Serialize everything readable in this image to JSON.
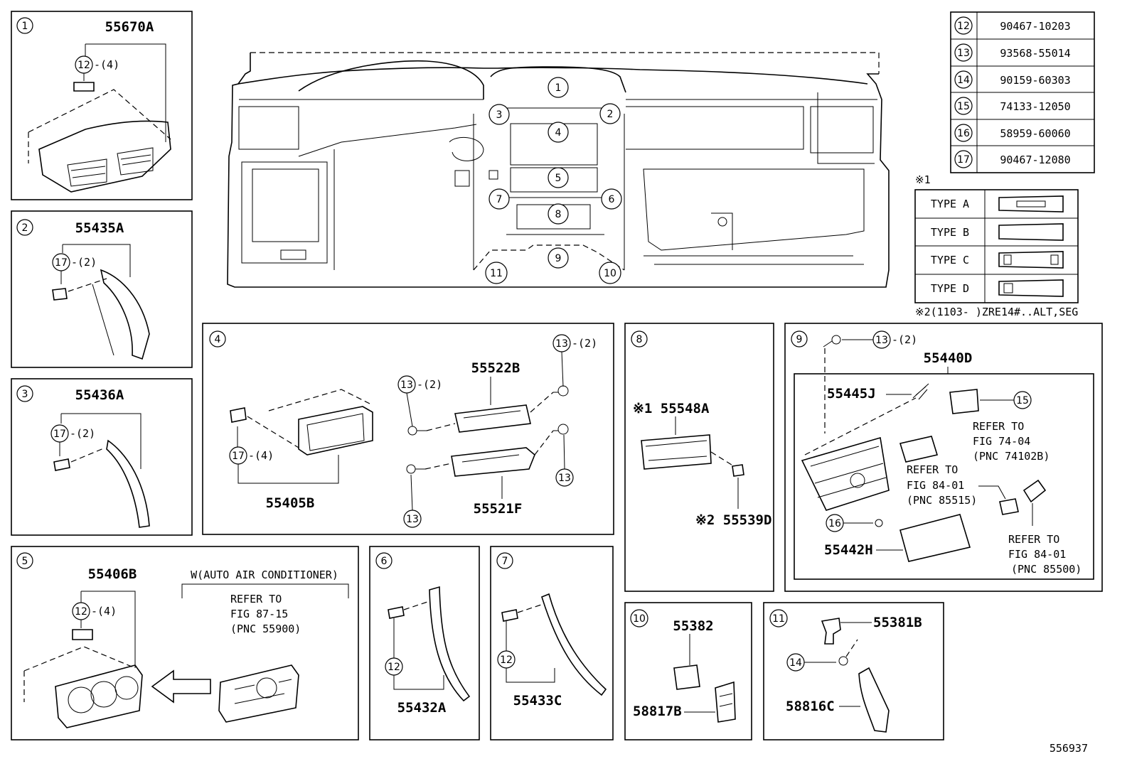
{
  "diagram_id": "556937",
  "part_table": [
    {
      "ref": "12",
      "part": "90467-10203"
    },
    {
      "ref": "13",
      "part": "93568-55014"
    },
    {
      "ref": "14",
      "part": "90159-60303"
    },
    {
      "ref": "15",
      "part": "74133-12050"
    },
    {
      "ref": "16",
      "part": "58959-60060"
    },
    {
      "ref": "17",
      "part": "90467-12080"
    }
  ],
  "type_table": {
    "header": "※1",
    "types": [
      "TYPE A",
      "TYPE B",
      "TYPE C",
      "TYPE D"
    ],
    "note": "※2(1103-    )ZRE14#..ALT,SEG"
  },
  "overview_callouts": [
    "1",
    "2",
    "3",
    "4",
    "5",
    "6",
    "7",
    "8",
    "9",
    "10",
    "11"
  ],
  "panels": {
    "p1": {
      "num": "1",
      "main": "55670A",
      "fastener": "12",
      "qty": "-(4)"
    },
    "p2": {
      "num": "2",
      "main": "55435A",
      "fastener": "17",
      "qty": "-(2)"
    },
    "p3": {
      "num": "3",
      "main": "55436A",
      "fastener": "17",
      "qty": "-(2)"
    },
    "p4": {
      "num": "4",
      "main1": "55405B",
      "main2": "55522B",
      "main3": "55521F",
      "fastener17": "17",
      "qty17": "-(4)",
      "fastener13": "13",
      "qty13": "-(2)"
    },
    "p5": {
      "num": "5",
      "main": "55406B",
      "fastener": "12",
      "qty": "-(4)",
      "variant": "W(AUTO AIR CONDITIONER)",
      "ref": [
        "REFER TO",
        "FIG 87-15",
        "(PNC 55900)"
      ]
    },
    "p6": {
      "num": "6",
      "main": "55432A",
      "fastener": "12"
    },
    "p7": {
      "num": "7",
      "main": "55433C",
      "fastener": "12"
    },
    "p8": {
      "num": "8",
      "main1": "※1 55548A",
      "main2": "※2 55539D"
    },
    "p9": {
      "num": "9",
      "main": "55440D",
      "p1": "55445J",
      "p2": "55442H",
      "fastener13": "13",
      "qty13": "-(2)",
      "fastener15": "15",
      "fastener16": "16",
      "ref1": [
        "REFER TO",
        "FIG 74-04",
        "(PNC 74102B)"
      ],
      "ref2": [
        "REFER TO",
        "FIG 84-01",
        "(PNC 85515)"
      ],
      "ref3": [
        "REFER TO",
        "FIG 84-01",
        "(PNC 85500)"
      ]
    },
    "p10": {
      "num": "10",
      "main1": "55382",
      "main2": "58817B"
    },
    "p11": {
      "num": "11",
      "main1": "55381B",
      "main2": "58816C",
      "fastener": "14"
    }
  }
}
